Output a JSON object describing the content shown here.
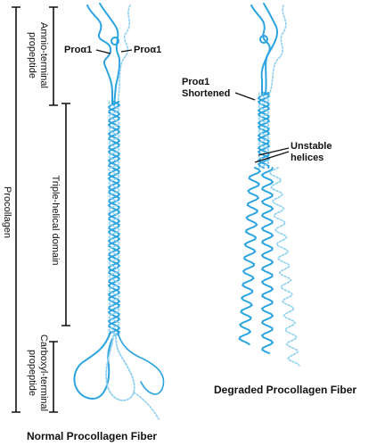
{
  "labels": {
    "procollagen": "Procollagen",
    "amino_terminal_propeptide": [
      "Amnio-terminal",
      "propeptide"
    ],
    "triple_helical_domain": "Triple-helical domain",
    "carboxyl_terminal_propeptide": [
      "Carboxyl-terminal",
      "propeptide"
    ],
    "pro_alpha1_left": "Proα1",
    "pro_alpha1_right": "Proα1",
    "pro_alpha1_shortened": [
      "Proα1",
      "Shortened"
    ],
    "unstable_helices": [
      "Unstable",
      "helices"
    ],
    "normal_caption": "Normal Procollagen Fiber",
    "degraded_caption": "Degraded Procollagen Fiber"
  },
  "colors": {
    "fiber_blue": "#2ba4e0",
    "fiber_light": "#8fd0f0",
    "ink": "#111111"
  }
}
